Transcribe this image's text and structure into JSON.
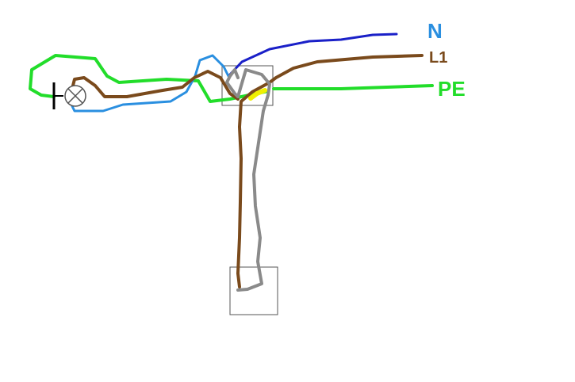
{
  "labels": {
    "neutral": "N",
    "line": "L1",
    "protective_earth": "PE"
  },
  "colors": {
    "neutral_wire": "#1a20c8",
    "lamp_neutral_wire": "#2a8fe0",
    "line_wire": "#7a4a1c",
    "pe_wire": "#22dd2a",
    "switch_wire": "#8a8a8a",
    "joint_highlight": "#f0f000",
    "neutral_label": "#2a8fe0",
    "line_label": "#7a4a1c",
    "pe_label": "#22dd2a",
    "box_outline": "#555555",
    "lamp_symbol": "#000000"
  },
  "icons": {
    "lamp": "lamp-cross-circle-icon",
    "junction_box": "junction-box-icon",
    "switch_box": "switch-box-icon"
  }
}
